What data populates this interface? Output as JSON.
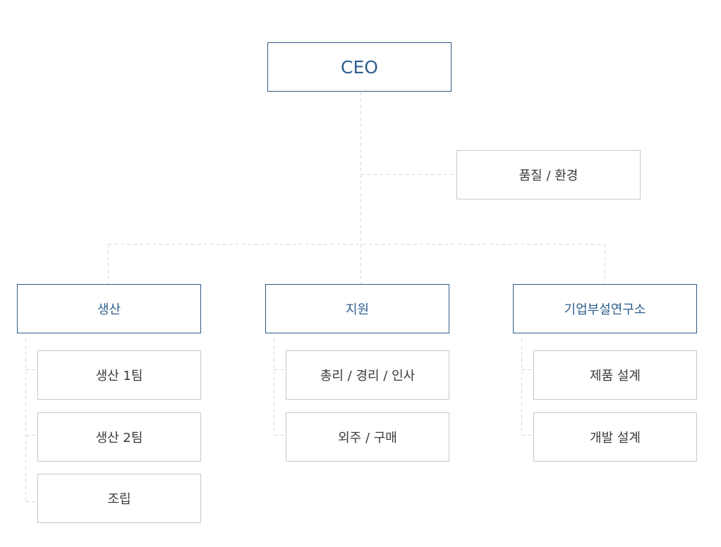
{
  "colors": {
    "primary_border": "#2f5a84",
    "primary_text": "#2f5f8f",
    "secondary_border": "#c9c9c9",
    "secondary_text": "#3a3a3a",
    "connector": "#d9d9d9"
  },
  "org": {
    "root": {
      "label": "CEO"
    },
    "staff": {
      "label": "품질 / 환경"
    },
    "departments": [
      {
        "label": "생산",
        "teams": [
          {
            "label": "생산 1팀"
          },
          {
            "label": "생산 2팀"
          },
          {
            "label": "조립"
          }
        ]
      },
      {
        "label": "지원",
        "teams": [
          {
            "label": "총리 / 경리 / 인사"
          },
          {
            "label": "외주 / 구매"
          }
        ]
      },
      {
        "label": "기업부설연구소",
        "teams": [
          {
            "label": "제품 설계"
          },
          {
            "label": "개발 설계"
          }
        ]
      }
    ]
  }
}
